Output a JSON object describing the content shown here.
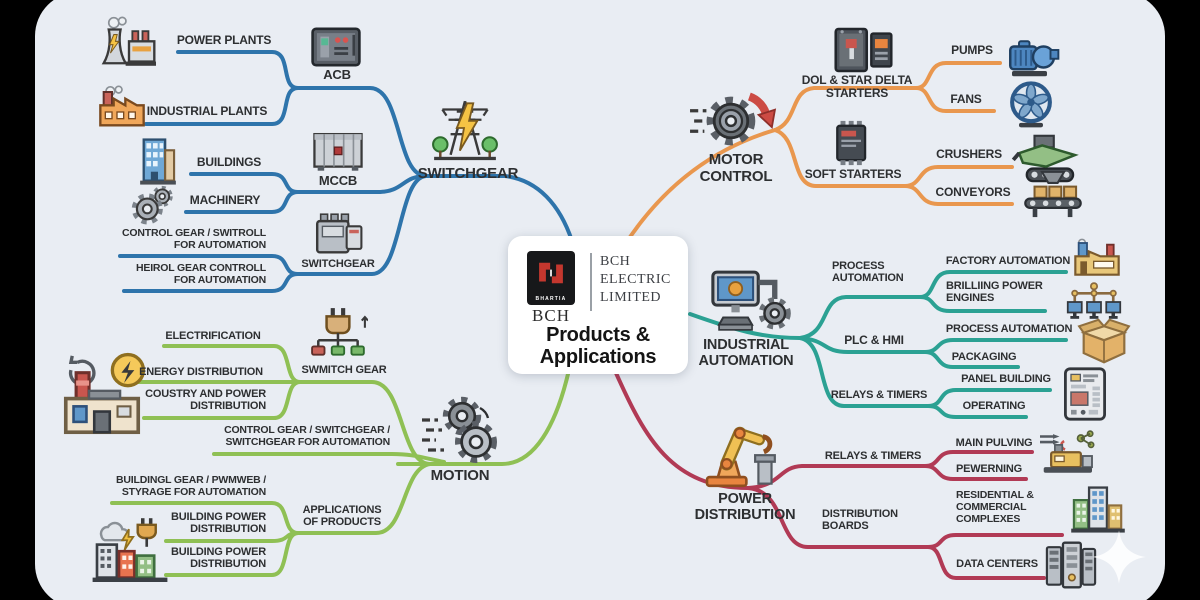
{
  "center": {
    "brand": "BHARTIA",
    "logo_text": "BCH",
    "company": "BCH ELECTRIC LIMITED",
    "title": "Products & Applications"
  },
  "colors": {
    "switchgear": "#2e74ab",
    "motor_control": "#e9974e",
    "industrial_automation": "#2ba193",
    "motion": "#8fc054",
    "power_distribution": "#b13a55",
    "panel_background": "#e9edf3",
    "outer_background": "#000000"
  },
  "branches": {
    "switchgear": {
      "label": "SWITCHGEAR",
      "children": [
        {
          "label": "ACB",
          "leaves": [
            "POWER PLANTS",
            "INDUSTRIAL PLANTS"
          ]
        },
        {
          "label": "MCCB",
          "leaves": [
            "BUILDINGS",
            "MACHINERY"
          ]
        },
        {
          "label": "SWITCHGEAR",
          "leaves": [
            "CONTROL GEAR / SWITROLL FOR AUTOMATION",
            "HEIROL GEAR CONTROLL FOR AUTOMATION"
          ]
        }
      ]
    },
    "motor_control": {
      "label": "MOTOR CONTROL",
      "children": [
        {
          "label": "DOL & STAR DELTA STARTERS",
          "leaves": [
            "PUMPS",
            "FANS"
          ]
        },
        {
          "label": "SOFT STARTERS",
          "leaves": [
            "CRUSHERS",
            "CONVEYORS"
          ]
        }
      ]
    },
    "industrial_automation": {
      "label": "INDUSTRIAL AUTOMATION",
      "children": [
        {
          "label": "PROCESS AUTOMATION",
          "leaves": [
            "FACTORY AUTOMATION",
            "BRILLIING POWER ENGINES"
          ]
        },
        {
          "label": "PLC & HMI",
          "leaves": [
            "PROCESS AUTOMATION",
            "PACKAGING"
          ]
        },
        {
          "label": "RELAYS & TIMERS",
          "leaves": [
            "PANEL BUILDING",
            "OPERATING"
          ]
        }
      ]
    },
    "motion": {
      "label": "MOTION",
      "children": [
        {
          "label": "SWMITCH GEAR",
          "leaves": [
            "ELECTRIFICATION",
            "ENERGY DISTRIBUTION",
            "COUSTRY AND POWER DISTRIBUTION"
          ]
        },
        {
          "label": "CONTROL GEAR / SWITCHGEAR / SWITCHGEAR FOR AUTOMATION",
          "leaves": []
        },
        {
          "label": "APPLICATIONS OF PRODUCTS",
          "leaves": [
            "BUILDINGL GEAR / PWMWEB / STYRAGE FOR AUTOMATION",
            "BUILDING POWER DISTRIBUTION",
            "BUILDING POWER DISTRIBUTION"
          ]
        }
      ]
    },
    "power_distribution": {
      "label": "POWER DISTRIBUTION",
      "children": [
        {
          "label": "RELAYS & TIMERS",
          "leaves": [
            "MAIN PULVING",
            "PEWERNING"
          ]
        },
        {
          "label": "DISTRIBUTION BOARDS",
          "leaves": [
            "RESIDENTIAL & COMMERCIAL COMPLEXES",
            "DATA CENTERS"
          ]
        }
      ]
    }
  },
  "icons": [
    "power-plant-icon",
    "industrial-plant-icon",
    "building-icon",
    "machinery-gears-icon",
    "acb-breaker-icon",
    "mccb-cabinet-icon",
    "contactor-icon",
    "transmission-tower-icon",
    "plug-distribution-icon",
    "motion-gears-icon",
    "energy-factory-icon",
    "city-power-icon",
    "motor-gear-arrow-icon",
    "dol-starter-icon",
    "soft-starter-icon",
    "pump-icon",
    "fan-icon",
    "crusher-icon",
    "conveyor-icon",
    "monitor-gear-icon",
    "factory-automation-icon",
    "network-terminals-icon",
    "open-box-icon",
    "hmi-panel-icon",
    "robot-arm-icon",
    "machine-arrows-icon",
    "buildings-complex-icon",
    "server-rack-icon",
    "sparkle-icon",
    "bch-logo"
  ]
}
